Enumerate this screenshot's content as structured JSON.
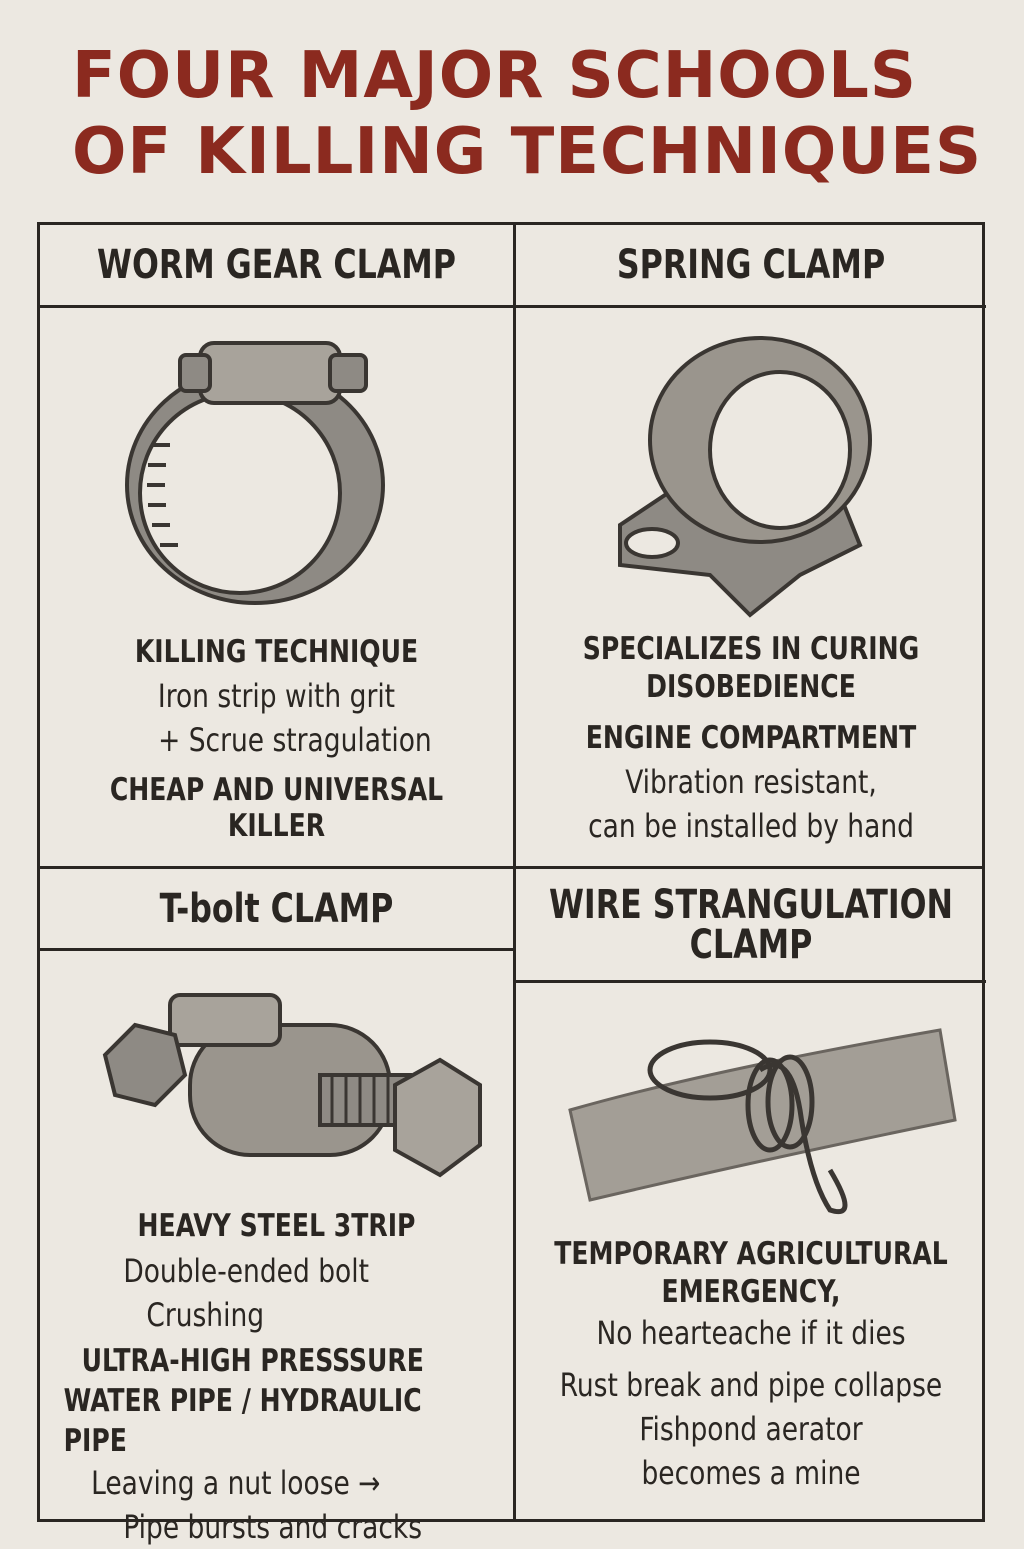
{
  "title": {
    "line1": "FOUR MAJOR SCHOOLS",
    "line2": "OF KILLING TECHNIQUES"
  },
  "colors": {
    "title": "#8b2a1f",
    "background": "#ece8e1",
    "ink": "#2a2622"
  },
  "panels": [
    {
      "heading": "WORM GEAR CLAMP",
      "icon": "worm-gear-clamp-illustration",
      "lines": [
        {
          "text": "KILLING TECHNIQUE",
          "bold": true
        },
        {
          "text": "Iron strip with grit"
        },
        {
          "text": "+ Scrue stragulation"
        },
        {
          "text": "CHEAP AND UNIVERSAL",
          "bold": true
        },
        {
          "text": "KILLER",
          "bold": true
        }
      ]
    },
    {
      "heading": "SPRING CLAMP",
      "icon": "spring-clamp-illustration",
      "lines": [
        {
          "text": "SPECIALIZES IN CURING",
          "bold": true
        },
        {
          "text": "DISOBEDIENCE",
          "bold": true
        },
        {
          "text": "ENGINE COMPARTMENT",
          "bold": true
        },
        {
          "text": "Vibration resistant,"
        },
        {
          "text": "can be installed by hand"
        }
      ]
    },
    {
      "heading": "T-bolt CLAMP",
      "icon": "t-bolt-clamp-illustration",
      "lines": [
        {
          "text": "HEAVY STEEL 3TRIP",
          "bold": true
        },
        {
          "text": "Double-ended bolt"
        },
        {
          "text": "Crushing"
        },
        {
          "text": "ULTRA-HIGH PRESSSURE",
          "bold": true
        },
        {
          "text": "WATER PIPE / HYDRAULIC PIPE",
          "bold": true
        },
        {
          "text": "Leaving a nut loose →"
        },
        {
          "text": "Pipe bursts and cracks"
        }
      ]
    },
    {
      "heading_line1": "WIRE STRANGULATION",
      "heading_line2": "CLAMP",
      "icon": "wire-clamp-illustration",
      "lines": [
        {
          "text": "TEMPORARY AGRICULTURAL",
          "bold": true
        },
        {
          "text": "EMERGENCY,",
          "bold": true
        },
        {
          "text": "No hearteache if it dies"
        },
        {
          "text": "Rust break and pipe collapse"
        },
        {
          "text": "Fishpond aerator"
        },
        {
          "text": "becomes a mine"
        }
      ]
    }
  ]
}
